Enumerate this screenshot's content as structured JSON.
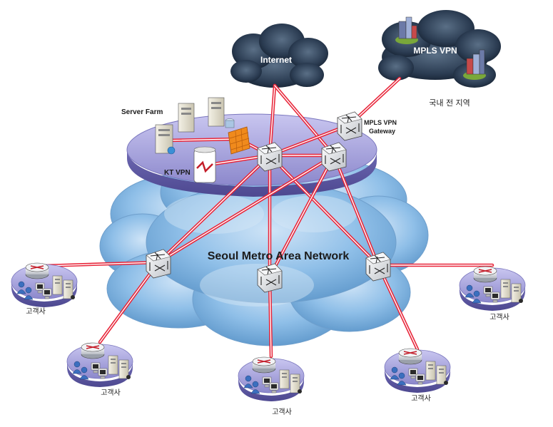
{
  "labels": {
    "internet": "Internet",
    "mpls_vpn": "MPLS VPN",
    "nationwide": "국내 전 지역",
    "server_farm": "Server Farm",
    "kt_vpn": "KT VPN",
    "mpls_gateway_line1": "MPLS VPN",
    "mpls_gateway_line2": "Gateway",
    "metro_network": "Seoul Metro Area Network"
  },
  "customer_sites": [
    {
      "label": "고객사"
    },
    {
      "label": "고객사"
    },
    {
      "label": "고객사"
    },
    {
      "label": "고객사"
    },
    {
      "label": "고객사"
    }
  ],
  "colors": {
    "link": "#e8263a",
    "cloud_blue": "#7fb3e0",
    "storm_cloud": "#243447",
    "platform": "#a9a6dd",
    "firewall": "#f08a1c"
  }
}
